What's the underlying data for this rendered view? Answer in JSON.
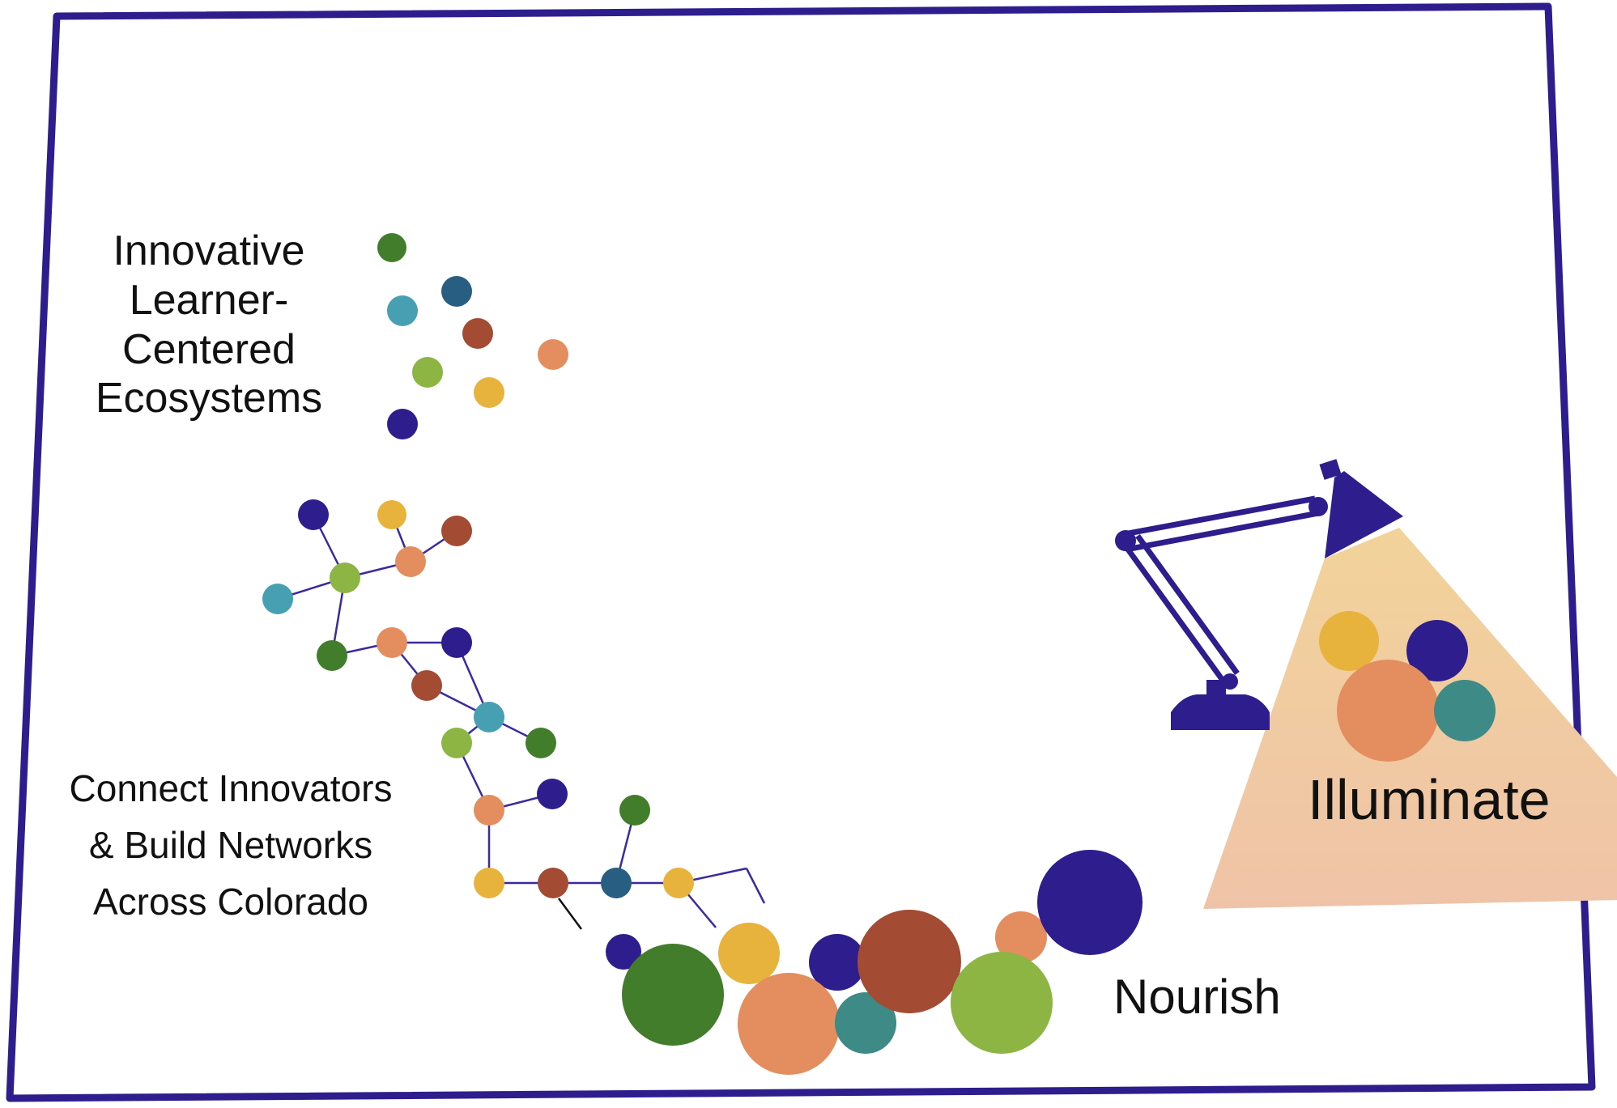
{
  "colors": {
    "border": "#2e1d8c",
    "lamp": "#2e1d8c",
    "link_line": "#3a2aa0",
    "light_top": "#f2d39a",
    "light_bottom": "#efc3a8",
    "green_dark": "#417d2a",
    "green_light": "#8cb544",
    "teal": "#3d8a86",
    "teal_light": "#47a0b2",
    "navy": "#2e1d8c",
    "blue_slate": "#285e82",
    "rust": "#a34b33",
    "peach": "#e48d5e",
    "gold": "#e8b33c"
  },
  "labels": {
    "ecosystems": "Innovative\nLearner-\nCentered\nEcosystems",
    "connect": "Connect Innovators\n& Build Networks\nAcross Colorado",
    "nourish": "Nourish",
    "illuminate": "Illuminate"
  },
  "icons": {
    "state_outline": "colorado-outline",
    "lamp": "desk-lamp-icon",
    "network": "network-graph-icon"
  }
}
